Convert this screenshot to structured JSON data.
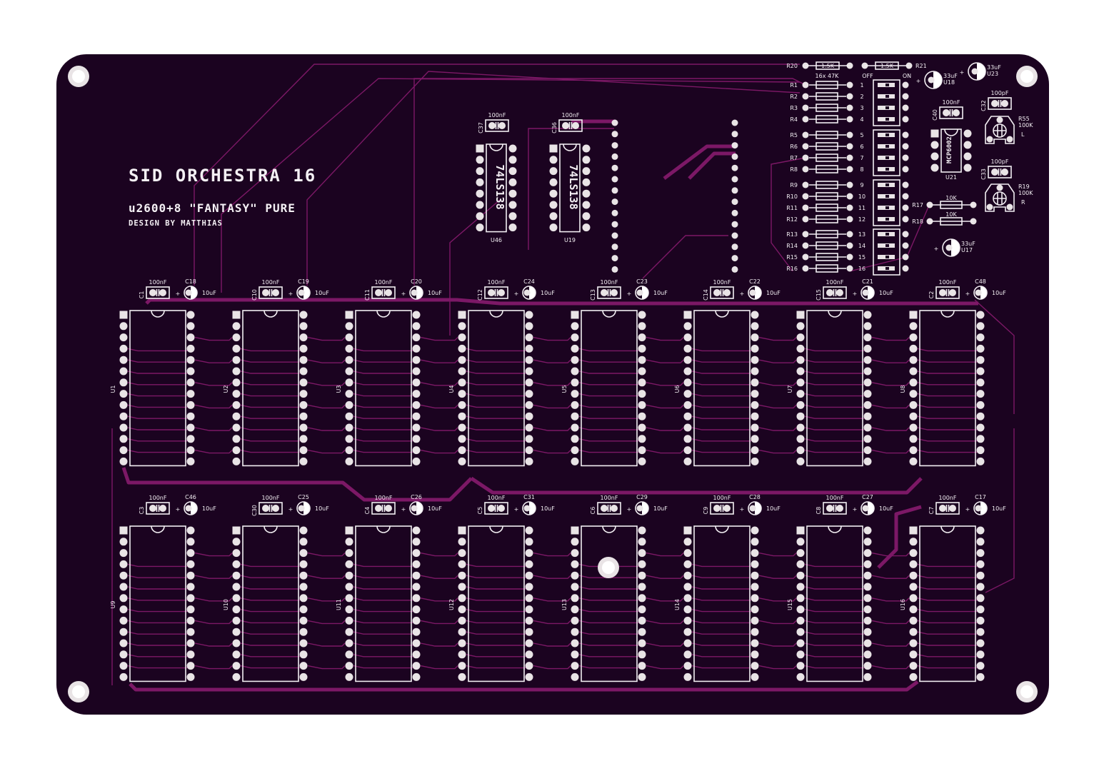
{
  "board": {
    "title": "SID ORCHESTRA 16",
    "subtitle": "u2600+8 \"FANTASY\" PURE",
    "credit": "DESIGN BY MATTHIAS",
    "colors": {
      "board": "#1b0320",
      "trace": "#7c1866",
      "silk": "#f2eef2",
      "pad": "#e9e4e6"
    }
  },
  "sockets_top": [
    "U1",
    "U2",
    "U3",
    "U4",
    "U5",
    "U6",
    "U7",
    "U8"
  ],
  "sockets_bottom": [
    "U9",
    "U10",
    "U11",
    "U12",
    "U13",
    "U14",
    "U15",
    "U16"
  ],
  "caps_top": [
    {
      "c": "C1",
      "e": "C18"
    },
    {
      "c": "C10",
      "e": "C19"
    },
    {
      "c": "C11",
      "e": "C20"
    },
    {
      "c": "C12",
      "e": "C24"
    },
    {
      "c": "C13",
      "e": "C23"
    },
    {
      "c": "C14",
      "e": "C22"
    },
    {
      "c": "C15",
      "e": "C21"
    },
    {
      "c": "C2",
      "e": "C48"
    }
  ],
  "caps_bottom": [
    {
      "c": "C3",
      "e": "C46"
    },
    {
      "c": "C30",
      "e": "C25"
    },
    {
      "c": "C4",
      "e": "C26"
    },
    {
      "c": "C5",
      "e": "C31"
    },
    {
      "c": "C6",
      "e": "C29"
    },
    {
      "c": "C9",
      "e": "C28"
    },
    {
      "c": "C8",
      "e": "C27"
    },
    {
      "c": "C7",
      "e": "C17"
    }
  ],
  "values": {
    "ceramic": "100nF",
    "electrolytic": "10uF",
    "plus": "+"
  },
  "decoders": [
    {
      "ref": "U46",
      "part": "74LS138",
      "cap": "C37",
      "capval": "100nF"
    },
    {
      "ref": "U19",
      "part": "74LS138",
      "cap": "C36",
      "capval": "100nF"
    }
  ],
  "resistor_bank": {
    "note": "16x 47K",
    "off": "OFF",
    "on": "ON",
    "refs": [
      "R1",
      "R2",
      "R3",
      "R4",
      "R5",
      "R6",
      "R7",
      "R8",
      "R9",
      "R10",
      "R11",
      "R12",
      "R13",
      "R14",
      "R15",
      "R16"
    ],
    "switch_numbers": [
      "1",
      "2",
      "3",
      "4",
      "5",
      "6",
      "7",
      "8",
      "9",
      "10",
      "11",
      "12",
      "13",
      "14",
      "15",
      "16"
    ]
  },
  "top_resistors": [
    {
      "ref": "R20",
      "val": "1.5K"
    },
    {
      "ref": "R21",
      "val": "1.5K"
    }
  ],
  "audio": {
    "bulk_caps": [
      {
        "val": "33uF",
        "ref": "U18"
      },
      {
        "val": "33uF",
        "ref": "U23"
      },
      {
        "val": "33uF",
        "ref": "U17"
      }
    ],
    "c40": {
      "ref": "C40",
      "val": "100nF"
    },
    "c32": {
      "ref": "C32",
      "val": "100pF"
    },
    "c33": {
      "ref": "C33",
      "val": "100pF"
    },
    "opamp": {
      "ref": "U21",
      "part": "MCP6002"
    },
    "trim_l": {
      "ref": "R55",
      "val": "100K",
      "ch": "L"
    },
    "trim_r": {
      "ref": "R19",
      "val": "100K",
      "ch": "R"
    },
    "r17": {
      "ref": "R17",
      "val": "10K"
    },
    "r18": {
      "ref": "R18",
      "val": "10K"
    }
  }
}
